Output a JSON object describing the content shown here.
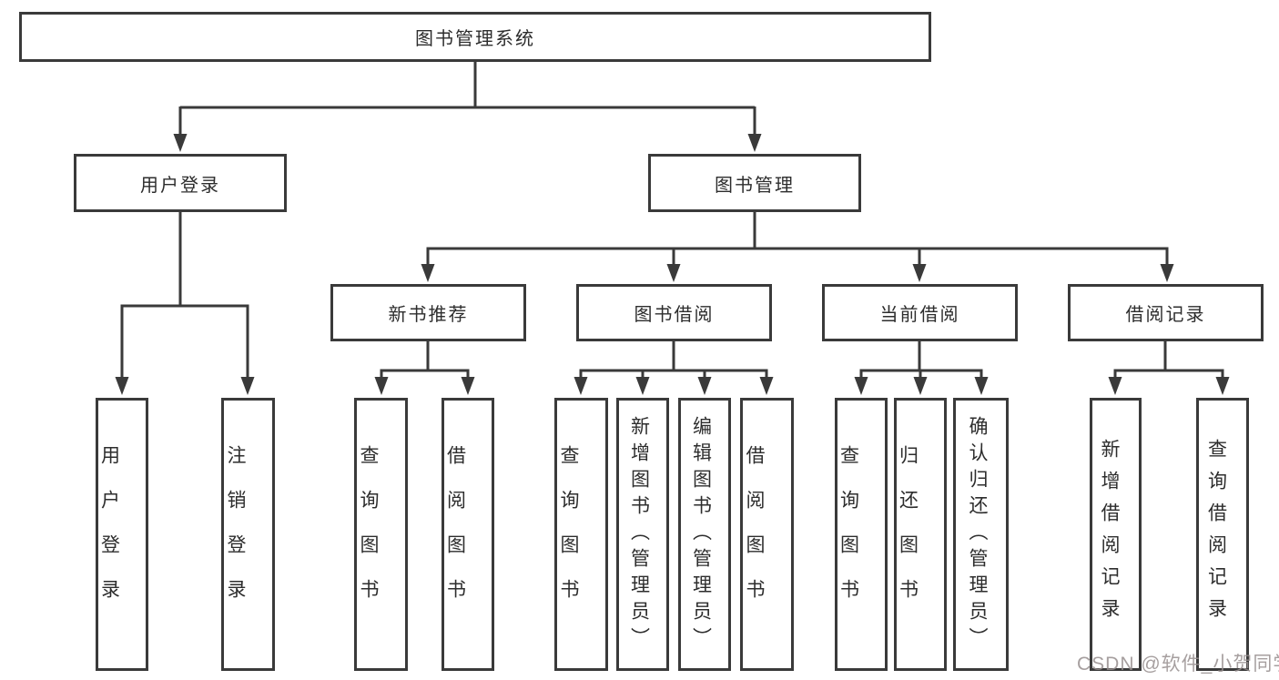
{
  "diagram": {
    "title": "图书管理系统",
    "root": {
      "label": "图书管理系统"
    },
    "branches": [
      {
        "label": "用户登录",
        "children": [
          {
            "label": "用户登录"
          },
          {
            "label": "注销登录"
          }
        ]
      },
      {
        "label": "图书管理",
        "children": [
          {
            "label": "新书推荐",
            "children": [
              {
                "label": "查询图书"
              },
              {
                "label": "借阅图书"
              }
            ]
          },
          {
            "label": "图书借阅",
            "children": [
              {
                "label": "查询图书"
              },
              {
                "label": "新增图书（管理员）"
              },
              {
                "label": "编辑图书（管理员）"
              },
              {
                "label": "借阅图书"
              }
            ]
          },
          {
            "label": "当前借阅",
            "children": [
              {
                "label": "查询图书"
              },
              {
                "label": "归还图书"
              },
              {
                "label": "确认归还（管理员）"
              }
            ]
          },
          {
            "label": "借阅记录",
            "children": [
              {
                "label": "新增借阅记录"
              },
              {
                "label": "查询借阅记录"
              }
            ]
          }
        ]
      }
    ]
  },
  "watermark": {
    "text": "CSDN @软件_小贺同学"
  },
  "colors": {
    "line": "#3a3a3a",
    "text": "#2d2d2d",
    "background": "#ffffff",
    "watermark": "#968e8e"
  }
}
